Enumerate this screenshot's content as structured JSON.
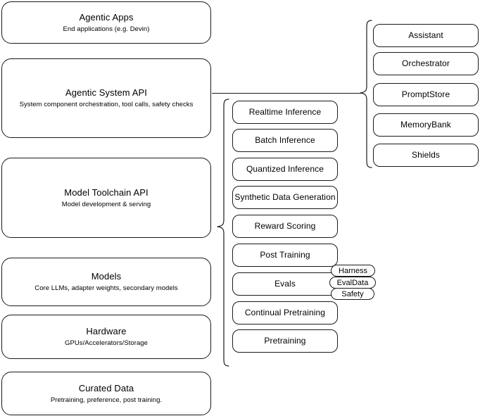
{
  "diagram": {
    "type": "layered-architecture-stack",
    "background": "#ffffff",
    "stroke_color": "#1a1a1a"
  },
  "layers": [
    {
      "id": "agentic-apps",
      "title": "Agentic Apps",
      "subtitle": "End applications (e.g. Devin)"
    },
    {
      "id": "agentic-system-api",
      "title": "Agentic System API",
      "subtitle": "System component orchestration, tool calls, safety checks"
    },
    {
      "id": "model-toolchain-api",
      "title": "Model Toolchain API",
      "subtitle": "Model development & serving"
    },
    {
      "id": "models",
      "title": "Models",
      "subtitle": "Core LLMs, adapter weights, secondary models"
    },
    {
      "id": "hardware",
      "title": "Hardware",
      "subtitle": "GPUs/Accelerators/Storage"
    },
    {
      "id": "curated-data",
      "title": "Curated Data",
      "subtitle": "Pretraining, preference, post training."
    }
  ],
  "toolchain_components": [
    {
      "id": "realtime-inference",
      "label": "Realtime Inference"
    },
    {
      "id": "batch-inference",
      "label": "Batch Inference"
    },
    {
      "id": "quantized-inference",
      "label": "Quantized Inference"
    },
    {
      "id": "synthetic-data-generation",
      "label": "Synthetic Data Generation"
    },
    {
      "id": "reward-scoring",
      "label": "Reward Scoring"
    },
    {
      "id": "post-training",
      "label": "Post Training"
    },
    {
      "id": "evals",
      "label": "Evals"
    },
    {
      "id": "continual-pretraining",
      "label": "Continual Pretraining"
    },
    {
      "id": "pretraining",
      "label": "Pretraining"
    }
  ],
  "evals_subcomponents": [
    {
      "id": "harness",
      "label": "Harness"
    },
    {
      "id": "evaldata",
      "label": "EvalData"
    },
    {
      "id": "safety",
      "label": "Safety"
    }
  ],
  "system_components": [
    {
      "id": "assistant",
      "label": "Assistant"
    },
    {
      "id": "orchestrator",
      "label": "Orchestrator"
    },
    {
      "id": "promptstore",
      "label": "PromptStore"
    },
    {
      "id": "memorybank",
      "label": "MemoryBank"
    },
    {
      "id": "shields",
      "label": "Shields"
    }
  ]
}
